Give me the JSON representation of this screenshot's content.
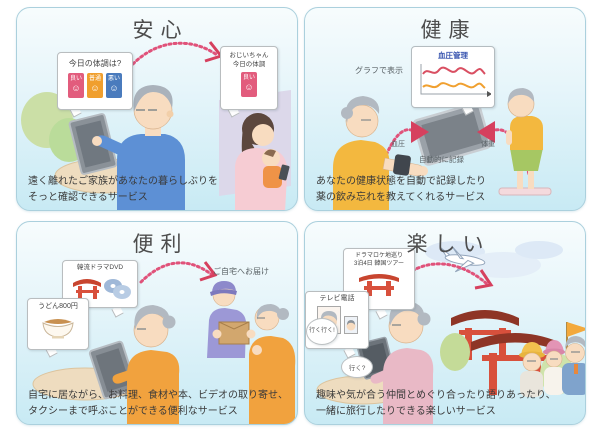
{
  "icons": {
    "smiley": "☺"
  },
  "colors": {
    "card_border": "#abd0dd",
    "card_bg_top": "#f7fcfd",
    "card_bg_bottom": "#c8eaf4",
    "arrow_pink": "#e0527a",
    "title_text": "#4d4d4d",
    "desc_text": "#3a3a3a",
    "mood_good": "#e25c7d",
    "mood_normal": "#f09f2e",
    "mood_bad": "#4a7bbd",
    "screen_title_blue": "#3a56b0",
    "graph_line_red": "#d94f62",
    "graph_line_orange": "#f0a030"
  },
  "cards": [
    {
      "title": "安心",
      "desc1": "遠く離れたご家族があなたの暮らしぶりを",
      "desc2": "そっと確認できるサービス",
      "bubble_q": "今日の体調は?",
      "btn_good": "良い",
      "btn_normal": "普通",
      "btn_bad": "悪い",
      "bubble_a1": "おじいちゃん",
      "bubble_a2": "今日の体調",
      "bubble_a_btn": "良い"
    },
    {
      "title": "健康",
      "desc1": "あなたの健康状態を自動で記録したり",
      "desc2": "薬の飲み忘れを教えてくれるサービス",
      "graph_label": "グラフで表示",
      "screen_title": "血圧管理",
      "label_bp": "血圧",
      "label_weight": "体重",
      "label_auto": "自動的に記録"
    },
    {
      "title": "便利",
      "desc1": "自宅に居ながら、お料理、食材や本、ビデオの取り寄せ、",
      "desc2": "タクシーまで呼ぶことができる便利なサービス",
      "bubble_dvd": "韓流ドラマDVD",
      "bubble_udon": "うどん800円",
      "label_delivery": "ご自宅へお届け"
    },
    {
      "title": "楽しい",
      "desc1": "趣味や気が合う仲間とめぐり合ったり語りあったり、",
      "desc2": "一緒に旅行したりできる楽しいサービス",
      "tour1": "ドラマロケ地巡り",
      "tour2": "3泊4日 韓国ツアー",
      "tv_phone": "テレビ電話",
      "speech_go": "行く行く!",
      "speech_go_q": "行く?"
    }
  ]
}
